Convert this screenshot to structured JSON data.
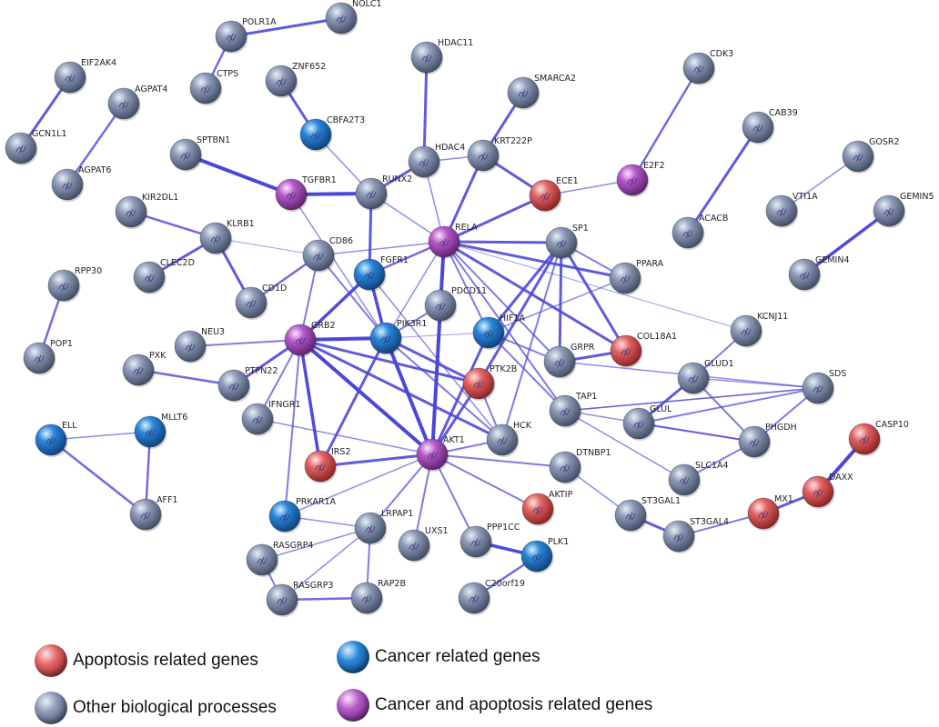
{
  "colors": {
    "other": "#6f7f9c",
    "apoptosis": "#d84a4a",
    "cancer": "#1a74c9",
    "both": "#a64fb8",
    "edge": "#4b47d8"
  },
  "legend": [
    {
      "key": "apoptosis",
      "label": "Apoptosis related genes"
    },
    {
      "key": "cancer",
      "label": "Cancer related genes"
    },
    {
      "key": "other",
      "label": "Other biological processes"
    },
    {
      "key": "both",
      "label": "Cancer and apoptosis related genes"
    }
  ],
  "nodes": [
    {
      "id": "POLR1A",
      "type": "other"
    },
    {
      "id": "NOLC1",
      "type": "other"
    },
    {
      "id": "CTPS",
      "type": "other"
    },
    {
      "id": "EIF2AK4",
      "type": "other"
    },
    {
      "id": "GCN1L1",
      "type": "other"
    },
    {
      "id": "AGPAT4",
      "type": "other"
    },
    {
      "id": "AGPAT6",
      "type": "other"
    },
    {
      "id": "ZNF652",
      "type": "other"
    },
    {
      "id": "CBFA2T3",
      "type": "cancer"
    },
    {
      "id": "HDAC11",
      "type": "other"
    },
    {
      "id": "SMARCA2",
      "type": "other"
    },
    {
      "id": "CDK3",
      "type": "other"
    },
    {
      "id": "CAB39",
      "type": "other"
    },
    {
      "id": "GOSR2",
      "type": "other"
    },
    {
      "id": "VTI1A",
      "type": "other"
    },
    {
      "id": "GEMIN5",
      "type": "other"
    },
    {
      "id": "GEMIN4",
      "type": "other"
    },
    {
      "id": "SPTBN1",
      "type": "other"
    },
    {
      "id": "TGFBR1",
      "type": "both"
    },
    {
      "id": "RUNX2",
      "type": "other"
    },
    {
      "id": "HDAC4",
      "type": "other"
    },
    {
      "id": "KRT222P",
      "type": "other"
    },
    {
      "id": "ECE1",
      "type": "apoptosis"
    },
    {
      "id": "E2F2",
      "type": "both"
    },
    {
      "id": "ACACB",
      "type": "other"
    },
    {
      "id": "KIR2DL1",
      "type": "other"
    },
    {
      "id": "KLRB1",
      "type": "other"
    },
    {
      "id": "CD86",
      "type": "other"
    },
    {
      "id": "RELA",
      "type": "both"
    },
    {
      "id": "SP1",
      "type": "other"
    },
    {
      "id": "PPARA",
      "type": "other"
    },
    {
      "id": "CLEC2D",
      "type": "other"
    },
    {
      "id": "CD1D",
      "type": "other"
    },
    {
      "id": "FGFR1",
      "type": "cancer"
    },
    {
      "id": "PDCD11",
      "type": "other"
    },
    {
      "id": "RPP30",
      "type": "other"
    },
    {
      "id": "POP1",
      "type": "other"
    },
    {
      "id": "NEU3",
      "type": "other"
    },
    {
      "id": "GRB2",
      "type": "both"
    },
    {
      "id": "PIK3R1",
      "type": "cancer"
    },
    {
      "id": "HIF1A",
      "type": "cancer"
    },
    {
      "id": "COL18A1",
      "type": "apoptosis"
    },
    {
      "id": "KCNJ11",
      "type": "other"
    },
    {
      "id": "PXK",
      "type": "other"
    },
    {
      "id": "PTPN22",
      "type": "other"
    },
    {
      "id": "GRPR",
      "type": "other"
    },
    {
      "id": "PTK2B",
      "type": "apoptosis"
    },
    {
      "id": "GLUD1",
      "type": "other"
    },
    {
      "id": "SDS",
      "type": "other"
    },
    {
      "id": "IFNGR1",
      "type": "other"
    },
    {
      "id": "TAP1",
      "type": "other"
    },
    {
      "id": "GLUL",
      "type": "other"
    },
    {
      "id": "ELL",
      "type": "cancer"
    },
    {
      "id": "MLLT6",
      "type": "cancer"
    },
    {
      "id": "HCK",
      "type": "other"
    },
    {
      "id": "PHGDH",
      "type": "other"
    },
    {
      "id": "CASP10",
      "type": "apoptosis"
    },
    {
      "id": "IRS2",
      "type": "apoptosis"
    },
    {
      "id": "AKT1",
      "type": "both"
    },
    {
      "id": "DTNBP1",
      "type": "other"
    },
    {
      "id": "SLC1A4",
      "type": "other"
    },
    {
      "id": "DAXX",
      "type": "apoptosis"
    },
    {
      "id": "AFF1",
      "type": "other"
    },
    {
      "id": "PRKAR1A",
      "type": "cancer"
    },
    {
      "id": "AKTIP",
      "type": "apoptosis"
    },
    {
      "id": "ST3GAL1",
      "type": "other"
    },
    {
      "id": "MX1",
      "type": "apoptosis"
    },
    {
      "id": "LRPAP1",
      "type": "other"
    },
    {
      "id": "UXS1",
      "type": "other"
    },
    {
      "id": "PPP1CC",
      "type": "other"
    },
    {
      "id": "ST3GAL4",
      "type": "other"
    },
    {
      "id": "PLK1",
      "type": "cancer"
    },
    {
      "id": "RASGRP4",
      "type": "other"
    },
    {
      "id": "RASGRP3",
      "type": "other"
    },
    {
      "id": "RAP2B",
      "type": "other"
    },
    {
      "id": "C20orf19",
      "type": "other"
    }
  ],
  "edges": [
    [
      "POLR1A",
      "NOLC1",
      3
    ],
    [
      "POLR1A",
      "CTPS",
      2.5
    ],
    [
      "EIF2AK4",
      "GCN1L1",
      3
    ],
    [
      "AGPAT4",
      "AGPAT6",
      2.5
    ],
    [
      "ZNF652",
      "CBFA2T3",
      3
    ],
    [
      "CBFA2T3",
      "RUNX2",
      1.5
    ],
    [
      "HDAC11",
      "HDAC4",
      3
    ],
    [
      "SMARCA2",
      "KRT222P",
      3
    ],
    [
      "CDK3",
      "E2F2",
      2.5
    ],
    [
      "CAB39",
      "ACACB",
      3
    ],
    [
      "GOSR2",
      "VTI1A",
      1.5
    ],
    [
      "GEMIN5",
      "GEMIN4",
      3.5
    ],
    [
      "SPTBN1",
      "TGFBR1",
      4
    ],
    [
      "TGFBR1",
      "RUNX2",
      4
    ],
    [
      "TGFBR1",
      "PIK3R1",
      1.5
    ],
    [
      "RUNX2",
      "HDAC4",
      3
    ],
    [
      "RUNX2",
      "FGFR1",
      3
    ],
    [
      "RUNX2",
      "RELA",
      1.5
    ],
    [
      "HDAC4",
      "RELA",
      1.5
    ],
    [
      "HDAC4",
      "KRT222P",
      1.5
    ],
    [
      "KRT222P",
      "ECE1",
      3
    ],
    [
      "KRT222P",
      "RELA",
      3
    ],
    [
      "ECE1",
      "E2F2",
      1.5
    ],
    [
      "ECE1",
      "RELA",
      3
    ],
    [
      "KIR2DL1",
      "KLRB1",
      2.5
    ],
    [
      "KLRB1",
      "CLEC2D",
      3
    ],
    [
      "KLRB1",
      "CD1D",
      3
    ],
    [
      "KLRB1",
      "CD86",
      1
    ],
    [
      "CD86",
      "CD1D",
      2.5
    ],
    [
      "CD86",
      "GRB2",
      2
    ],
    [
      "CD86",
      "RELA",
      1.5
    ],
    [
      "CD86",
      "PIK3R1",
      2
    ],
    [
      "FGFR1",
      "RELA",
      2.5
    ],
    [
      "FGFR1",
      "GRB2",
      3.5
    ],
    [
      "FGFR1",
      "PIK3R1",
      3.5
    ],
    [
      "FGFR1",
      "HCK",
      1.5
    ],
    [
      "RELA",
      "SP1",
      3
    ],
    [
      "RELA",
      "PPARA",
      3
    ],
    [
      "RELA",
      "PDCD11",
      2
    ],
    [
      "RELA",
      "HIF1A",
      2
    ],
    [
      "RELA",
      "GRPR",
      2
    ],
    [
      "RELA",
      "COL18A1",
      3
    ],
    [
      "RELA",
      "AKT1",
      4
    ],
    [
      "RELA",
      "PIK3R1",
      1.5
    ],
    [
      "RELA",
      "KCNJ11",
      1
    ],
    [
      "RELA",
      "TAP1",
      2
    ],
    [
      "SP1",
      "PPARA",
      2
    ],
    [
      "SP1",
      "HIF1A",
      3
    ],
    [
      "SP1",
      "GRPR",
      3
    ],
    [
      "SP1",
      "COL18A1",
      3
    ],
    [
      "SP1",
      "HCK",
      2
    ],
    [
      "SP1",
      "PTK2B",
      3
    ],
    [
      "PPARA",
      "HIF1A",
      1.5
    ],
    [
      "RPP30",
      "POP1",
      2.5
    ],
    [
      "NEU3",
      "GRB2",
      2
    ],
    [
      "PXK",
      "PTPN22",
      2.5
    ],
    [
      "PTPN22",
      "GRB2",
      3
    ],
    [
      "GRB2",
      "PIK3R1",
      4
    ],
    [
      "GRB2",
      "AKT1",
      4
    ],
    [
      "GRB2",
      "IRS2",
      3.5
    ],
    [
      "GRB2",
      "HCK",
      3
    ],
    [
      "GRB2",
      "PTK2B",
      3
    ],
    [
      "GRB2",
      "IFNGR1",
      2
    ],
    [
      "GRB2",
      "PRKAR1A",
      2
    ],
    [
      "PIK3R1",
      "HIF1A",
      1
    ],
    [
      "PIK3R1",
      "AKT1",
      4
    ],
    [
      "PIK3R1",
      "IRS2",
      3
    ],
    [
      "PIK3R1",
      "HCK",
      2
    ],
    [
      "PIK3R1",
      "PTK2B",
      3
    ],
    [
      "PIK3R1",
      "PDCD11",
      2
    ],
    [
      "HIF1A",
      "AKT1",
      3
    ],
    [
      "HIF1A",
      "GRPR",
      2
    ],
    [
      "HIF1A",
      "TAP1",
      2
    ],
    [
      "PTK2B",
      "AKT1",
      3
    ],
    [
      "PTK2B",
      "HCK",
      2
    ],
    [
      "GRPR",
      "COL18A1",
      3
    ],
    [
      "GRPR",
      "SDS",
      1.5
    ],
    [
      "KCNJ11",
      "GLUD1",
      2
    ],
    [
      "GLUD1",
      "GLUL",
      3
    ],
    [
      "GLUD1",
      "SDS",
      1.5
    ],
    [
      "GLUD1",
      "PHGDH",
      2
    ],
    [
      "GLUL",
      "SDS",
      2
    ],
    [
      "GLUL",
      "PHGDH",
      2
    ],
    [
      "SDS",
      "PHGDH",
      2
    ],
    [
      "SDS",
      "TAP1",
      1.5
    ],
    [
      "PHGDH",
      "SLC1A4",
      2
    ],
    [
      "SLC1A4",
      "TAP1",
      1.5
    ],
    [
      "TAP1",
      "PHGDH",
      1.5
    ],
    [
      "TAP1",
      "SDS",
      1.5
    ],
    [
      "AKT1",
      "DTNBP1",
      2
    ],
    [
      "AKT1",
      "AKTIP",
      2
    ],
    [
      "AKT1",
      "PPP1CC",
      2
    ],
    [
      "AKT1",
      "UXS1",
      2
    ],
    [
      "AKT1",
      "LRPAP1",
      2
    ],
    [
      "AKT1",
      "PRKAR1A",
      1.5
    ],
    [
      "AKT1",
      "IRS2",
      3
    ],
    [
      "AKT1",
      "HCK",
      2
    ],
    [
      "DTNBP1",
      "ST3GAL1",
      1.5
    ],
    [
      "ST3GAL1",
      "ST3GAL4",
      3
    ],
    [
      "ST3GAL4",
      "MX1",
      2
    ],
    [
      "MX1",
      "DAXX",
      3
    ],
    [
      "DAXX",
      "CASP10",
      4
    ],
    [
      "ELL",
      "MLLT6",
      1.5
    ],
    [
      "ELL",
      "AFF1",
      2.5
    ],
    [
      "MLLT6",
      "AFF1",
      2.5
    ],
    [
      "PRKAR1A",
      "LRPAP1",
      1.5
    ],
    [
      "LRPAP1",
      "RASGRP4",
      1.5
    ],
    [
      "LRPAP1",
      "RASGRP3",
      1.5
    ],
    [
      "LRPAP1",
      "RAP2B",
      2
    ],
    [
      "RASGRP3",
      "RAP2B",
      2.5
    ],
    [
      "RASGRP4",
      "RASGRP3",
      2
    ],
    [
      "PPP1CC",
      "PLK1",
      3.5
    ],
    [
      "PLK1",
      "C20orf19",
      2.5
    ],
    [
      "IFNGR1",
      "AKT1",
      1.5
    ]
  ]
}
